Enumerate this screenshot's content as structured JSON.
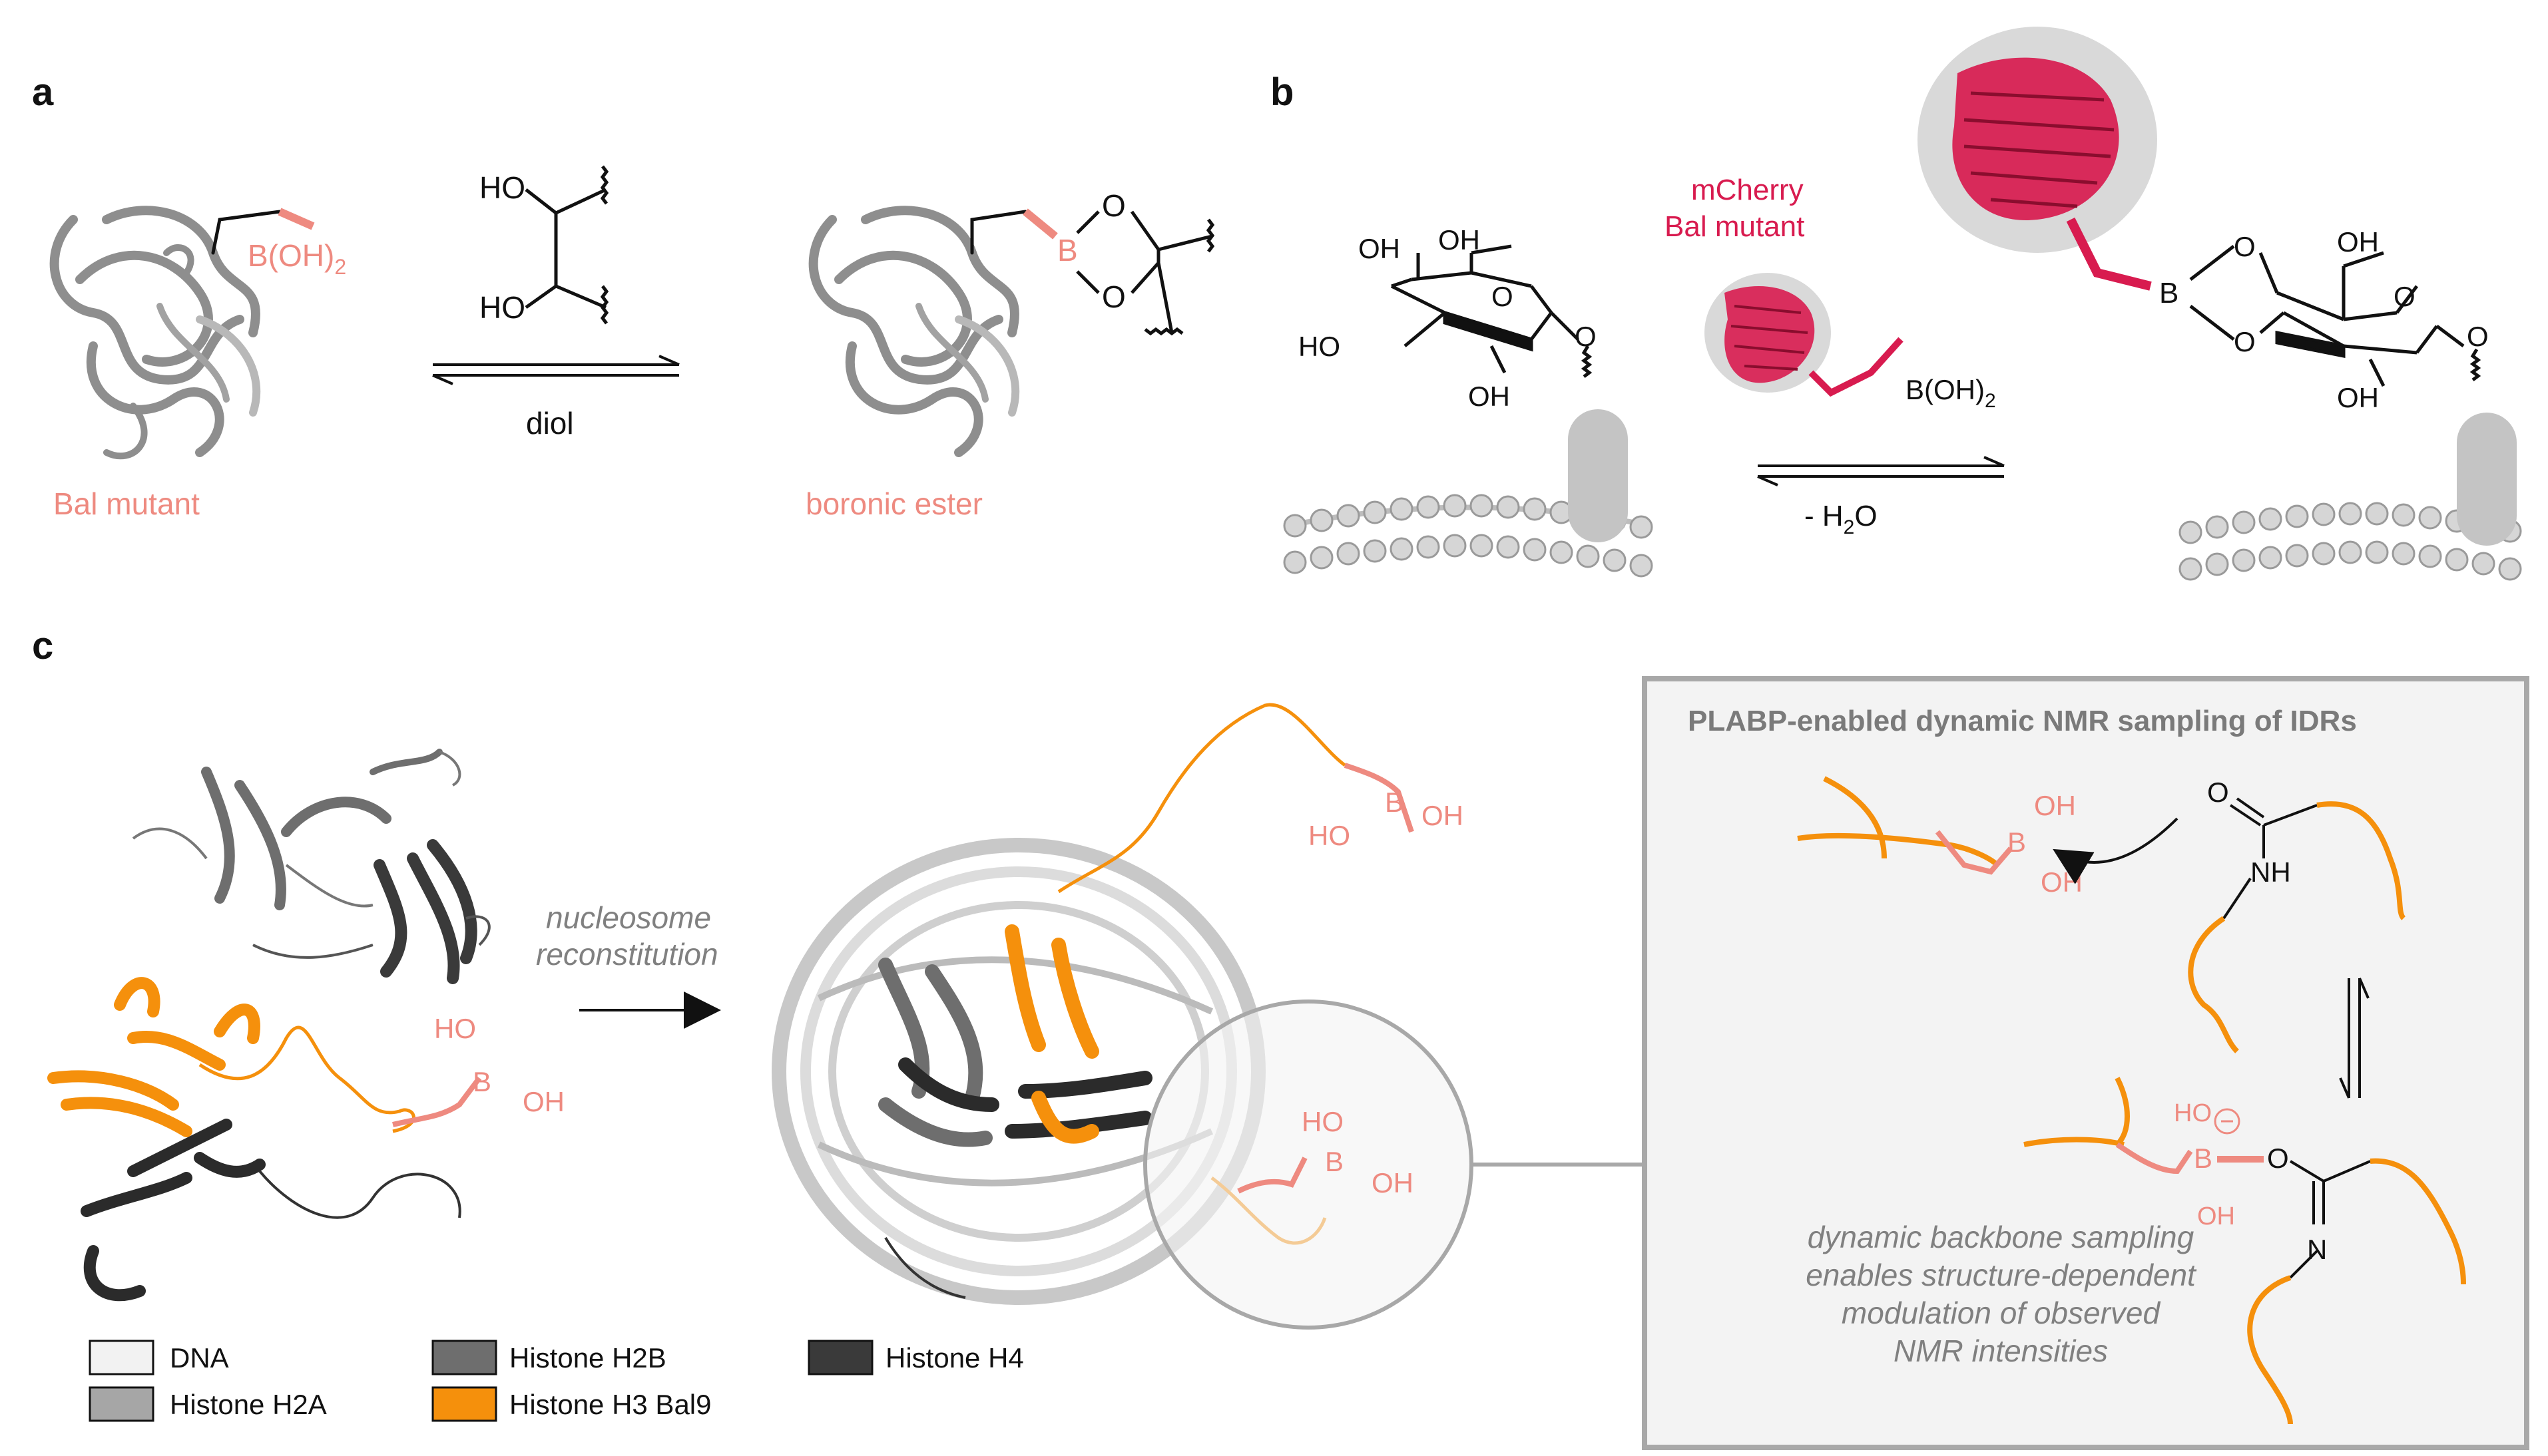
{
  "panels": {
    "a": {
      "letter": "a",
      "left_label": "Bal mutant",
      "right_label": "boronic ester",
      "reagent_label": "diol",
      "boronic_acid": "B(OH)",
      "boronic_sub": "2",
      "ho": "HO",
      "o": "O",
      "b": "B"
    },
    "b": {
      "letter": "b",
      "protein_label_line1": "mCherry",
      "protein_label_line2": "Bal mutant",
      "boronic_acid": "B(OH)",
      "boronic_sub": "2",
      "reaction_label": "- H",
      "reaction_sub": "2",
      "reaction_tail": "O",
      "oh": "OH",
      "ho": "HO",
      "o": "O",
      "b": "B"
    },
    "c": {
      "letter": "c",
      "arrow_label_line1": "nucleosome",
      "arrow_label_line2": "reconstitution",
      "box_title": "PLABP-enabled dynamic NMR sampling of IDRs",
      "nh": "NH",
      "n": "N",
      "caption_lines": [
        "dynamic backbone sampling",
        "enables structure-dependent",
        "modulation of observed",
        "NMR intensities"
      ],
      "legend": [
        {
          "label": "DNA",
          "color": "#f2f2f2"
        },
        {
          "label": "Histone H2A",
          "color": "#a6a6a6"
        },
        {
          "label": "Histone H2B",
          "color": "#6e6e6e"
        },
        {
          "label": "Histone H3 Bal9",
          "color": "#f5900c"
        },
        {
          "label": "Histone H4",
          "color": "#3a3a3a"
        }
      ]
    }
  },
  "colors": {
    "salmon": "#ee8a80",
    "pink": "#d81b4f",
    "orange": "#f5900c",
    "box_fill": "#f3f3f3",
    "box_stroke": "#a8a8a8"
  }
}
